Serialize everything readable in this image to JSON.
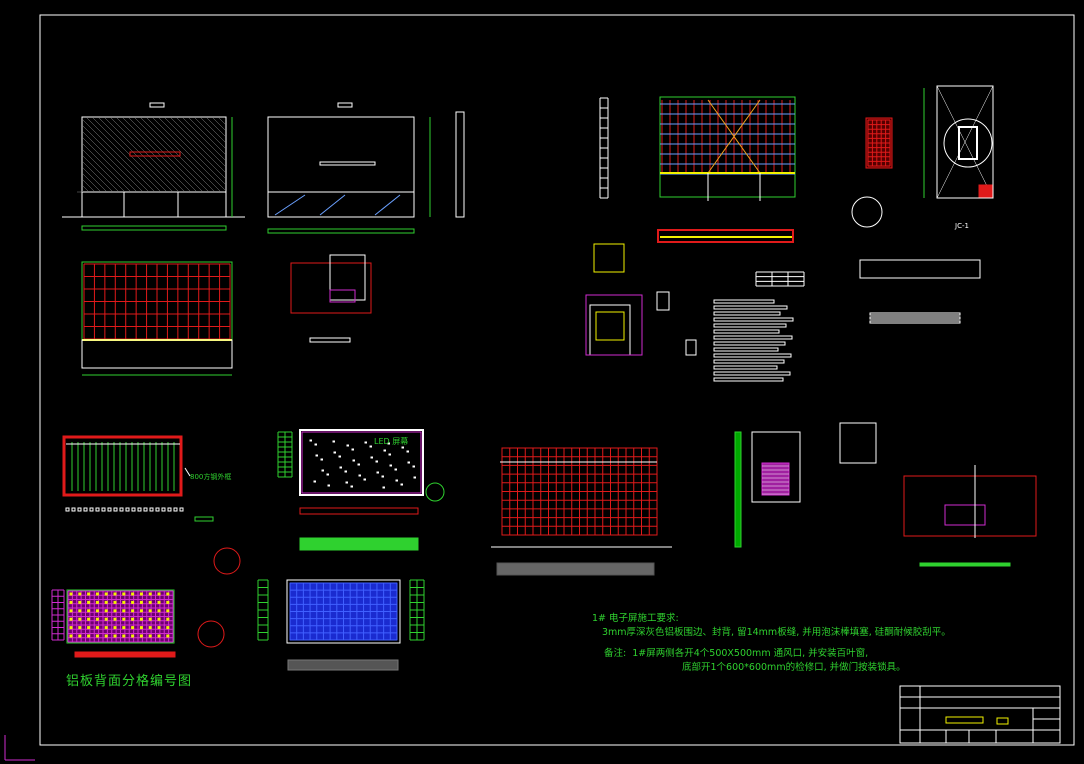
{
  "drawing": {
    "background": "#000000",
    "colors": {
      "line": "#ffffff",
      "green": "#2fd12f",
      "red": "#e01a1a",
      "yellow": "#f2f200",
      "magenta": "#d02bd0",
      "blue": "#1a2bd0",
      "orange": "#f0a020"
    },
    "labels": {
      "led_screen": "LED 屏幕",
      "steel_frame": "800方钢外框",
      "foundation": "JC-1",
      "back_panel_title": "铝板背面分格编号图"
    },
    "notes": {
      "title": "1# 电子屏施工要求:",
      "line1": "3mm厚深灰色铝板围边、封背, 留14mm板缝, 并用泡沫棒填塞, 硅酮耐候胶刮平。",
      "remark": "备注:  1#屏两侧各开4个500X500mm 通风口, 并安装百叶窗,",
      "remark2": "底部开1个600*600mm的检修口, 并做门按装锁具。"
    }
  }
}
